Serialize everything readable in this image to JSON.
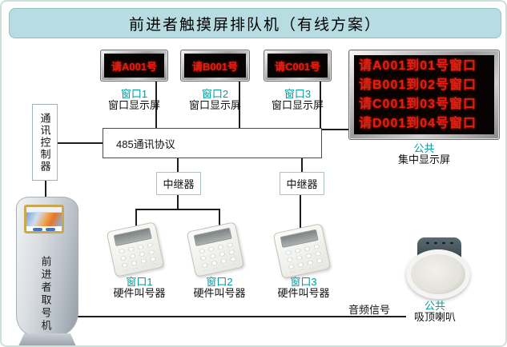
{
  "title": "前进者触摸屏排队机（有线方案）",
  "window_displays": [
    {
      "led": "请A001号",
      "label1": "窗口1",
      "label2": "窗口显示屏"
    },
    {
      "led": "请B001号",
      "label1": "窗口2",
      "label2": "窗口显示屏"
    },
    {
      "led": "请C001号",
      "label1": "窗口3",
      "label2": "窗口显示屏"
    }
  ],
  "main_display": {
    "lines": [
      "请A001到01号窗口",
      "请B001到02号窗口",
      "请C001到03号窗口",
      "请D001到04号窗口"
    ],
    "label1": "公共",
    "label2": "集中显示屏"
  },
  "controller": {
    "label": "通讯控制器"
  },
  "bus": {
    "label": "485通讯协议"
  },
  "repeaters": [
    {
      "label": "中继器"
    },
    {
      "label": "中继器"
    }
  ],
  "callers": [
    {
      "label1": "窗口1",
      "label2": "硬件叫号器"
    },
    {
      "label1": "窗口2",
      "label2": "硬件叫号器"
    },
    {
      "label1": "窗口3",
      "label2": "硬件叫号器"
    }
  ],
  "kiosk": {
    "label": "前进者取号机"
  },
  "audio": {
    "label": "音频信号"
  },
  "speaker": {
    "label1": "公共",
    "label2": "吸顶喇叭"
  },
  "colors": {
    "accent_teal": "#009a9a",
    "led_red": "#e81c10",
    "banner_bg": "#b7dce2",
    "line_black": "#1c1c1c"
  }
}
